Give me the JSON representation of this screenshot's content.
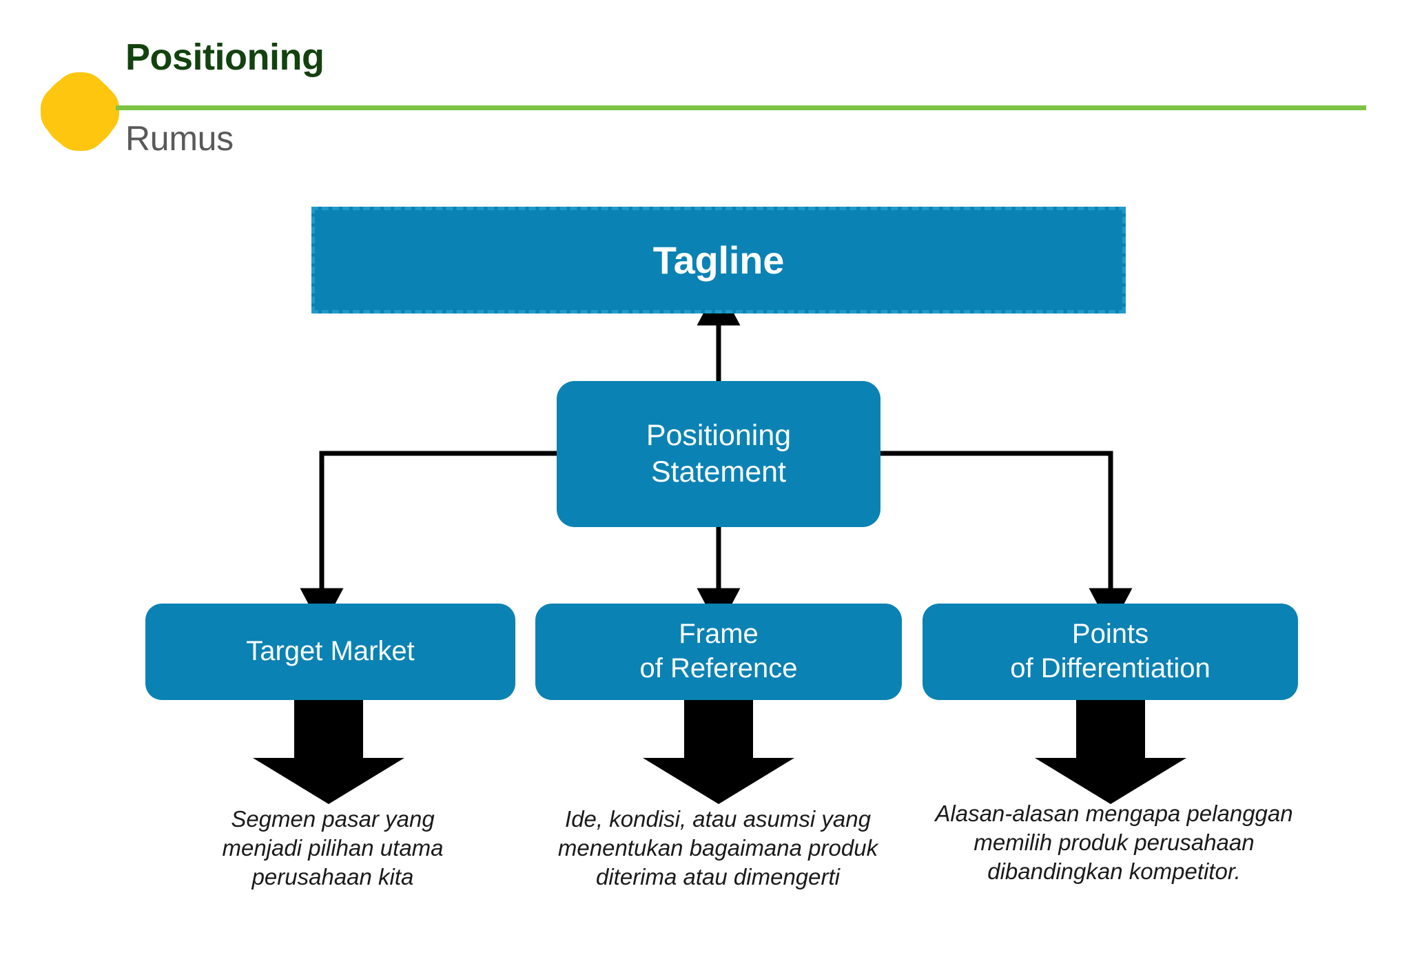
{
  "slide": {
    "title": "Positioning",
    "subtitle": "Rumus",
    "colors": {
      "title_green": "#13420F",
      "rule_green": "#7DC242",
      "accent_yellow": "#FFC610",
      "node_blue": "#0B82B4",
      "dash_blue": "#1E9AC9",
      "subtitle_gray": "#595959",
      "arrow_black": "#000000"
    }
  },
  "diagram": {
    "tagline": {
      "label": "Tagline"
    },
    "statement": {
      "label": "Positioning\nStatement"
    },
    "leaves": [
      {
        "label": "Target Market",
        "caption": "Segmen pasar yang\nmenjadi pilihan utama\nperusahaan kita"
      },
      {
        "label": "Frame\nof Reference",
        "caption": "Ide, kondisi, atau asumsi yang\nmenentukan bagaimana produk\nditerima atau dimengerti"
      },
      {
        "label": "Points\nof Differentiation",
        "caption": "Alasan-alasan mengapa pelanggan\nmemilih produk perusahaan\ndibandingkan kompetitor."
      }
    ]
  }
}
